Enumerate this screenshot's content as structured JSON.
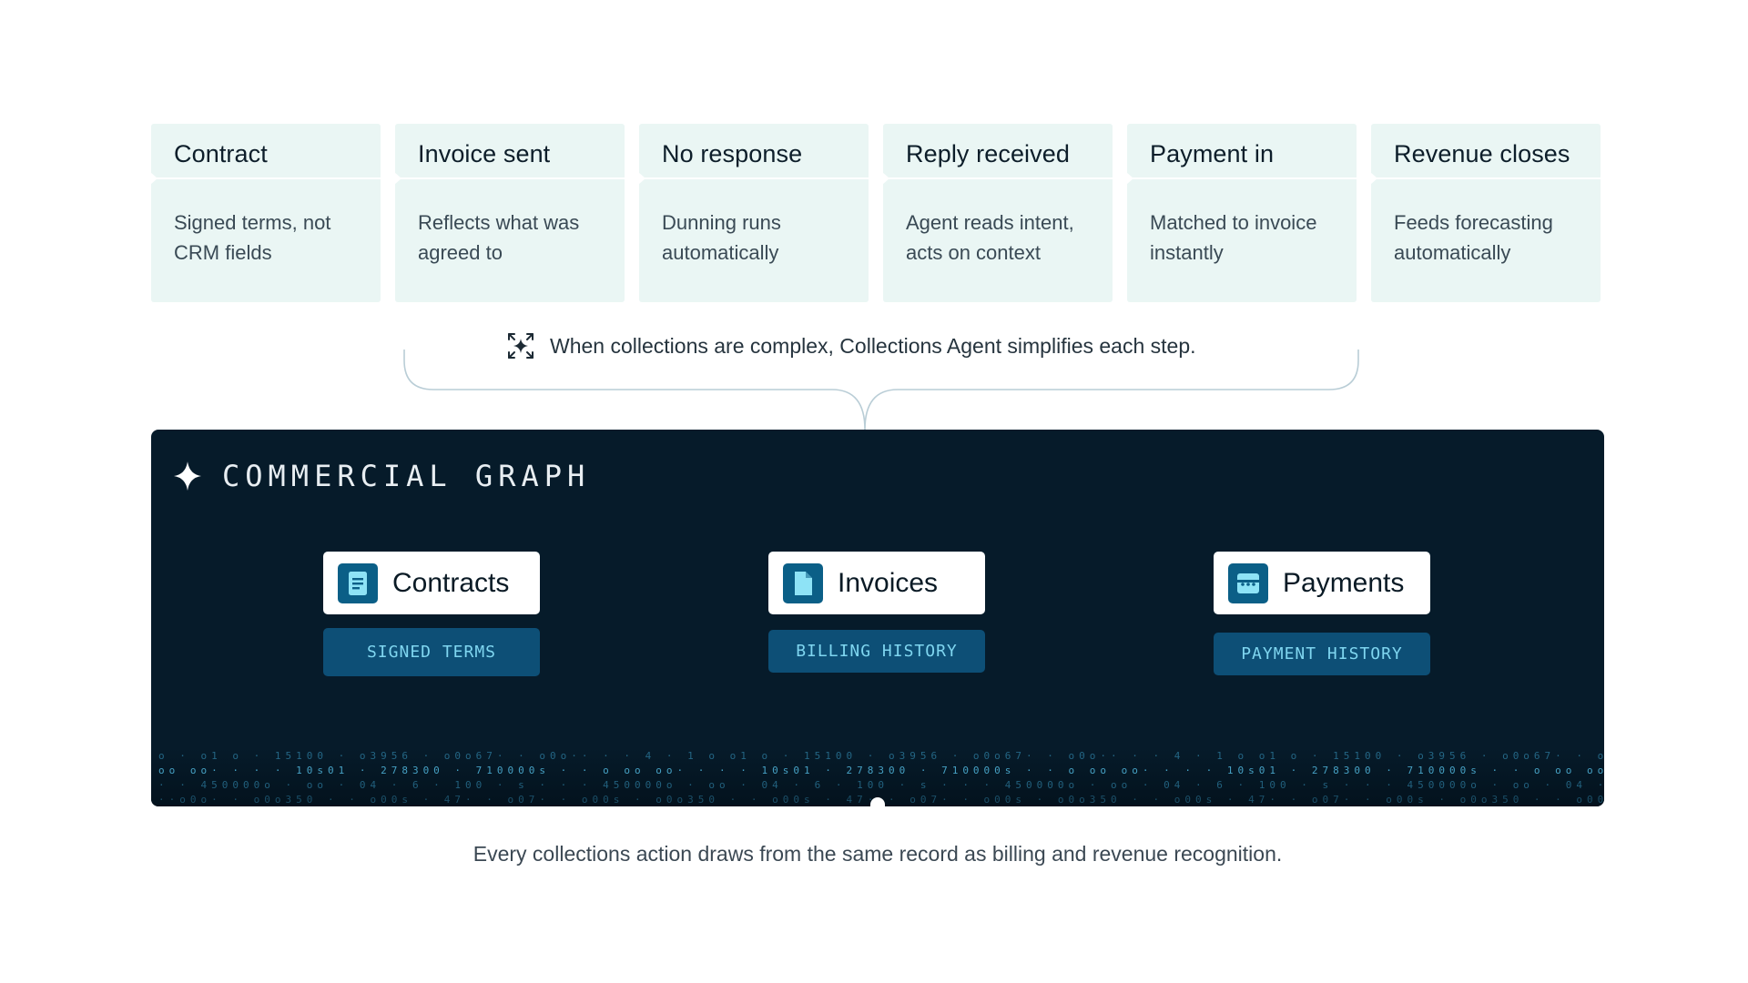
{
  "stages": [
    {
      "title": "Contract",
      "description": "Signed terms, not CRM fields"
    },
    {
      "title": "Invoice sent",
      "description": "Reflects what was agreed to"
    },
    {
      "title": "No response",
      "description": "Dunning runs automatically"
    },
    {
      "title": "Reply received",
      "description": "Agent reads intent, acts on context"
    },
    {
      "title": "Payment in",
      "description": "Matched to invoice instantly"
    },
    {
      "title": "Revenue closes",
      "description": "Feeds forecasting automatically"
    }
  ],
  "agent_note": "When collections are complex, Collections Agent simplifies each step.",
  "graph": {
    "title": "COMMERCIAL GRAPH",
    "nodes": [
      {
        "label": "Contracts",
        "tag": "SIGNED TERMS",
        "icon": "document-lines-icon"
      },
      {
        "label": "Invoices",
        "tag": "BILLING HISTORY",
        "icon": "document-icon"
      },
      {
        "label": "Payments",
        "tag": "PAYMENT HISTORY",
        "icon": "storefront-icon"
      }
    ]
  },
  "caption": "Every collections action draws from the same record as billing and revenue recognition.",
  "colors": {
    "stage_bg": "#eaf6f4",
    "graph_bg": "#061b2a",
    "node_icon_bg": "#0b5f87",
    "tag_bg": "#0d4f76",
    "tag_text": "#7fd6f0"
  }
}
